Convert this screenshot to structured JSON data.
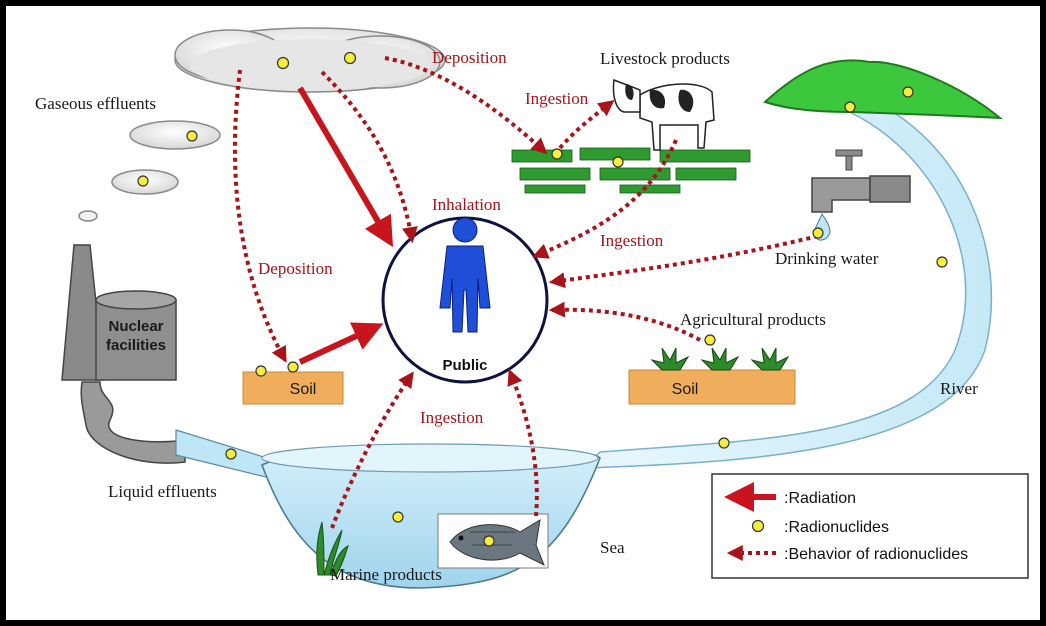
{
  "labels": {
    "gaseous_effluents": "Gaseous effluents",
    "livestock_products": "Livestock products",
    "nuclear_facilities_line1": "Nuclear",
    "nuclear_facilities_line2": "facilities",
    "liquid_effluents": "Liquid effluents",
    "drinking_water": "Drinking water",
    "agricultural_products": "Agricultural products",
    "river": "River",
    "sea": "Sea",
    "marine_products": "Marine products",
    "public": "Public",
    "soil_left": "Soil",
    "soil_right": "Soil"
  },
  "pathways": {
    "deposition_top": "Deposition",
    "ingestion_livestock": "Ingestion",
    "inhalation": "Inhalation",
    "deposition_left": "Deposition",
    "ingestion_right": "Ingestion",
    "ingestion_bottom": "Ingestion"
  },
  "legend": {
    "radiation": ":Radiation",
    "radionuclides": ":Radionuclides",
    "behavior": ":Behavior of radionuclides"
  },
  "colors": {
    "radiation_arrow": "#c8141c",
    "pathway_dots": "#a8141a",
    "radionuclide": "#f6ee3a",
    "soil": "#f0ad5b",
    "public_figure": "#1f4fd8",
    "mountain": "#3cc83c",
    "water": "#bfe6f5"
  }
}
